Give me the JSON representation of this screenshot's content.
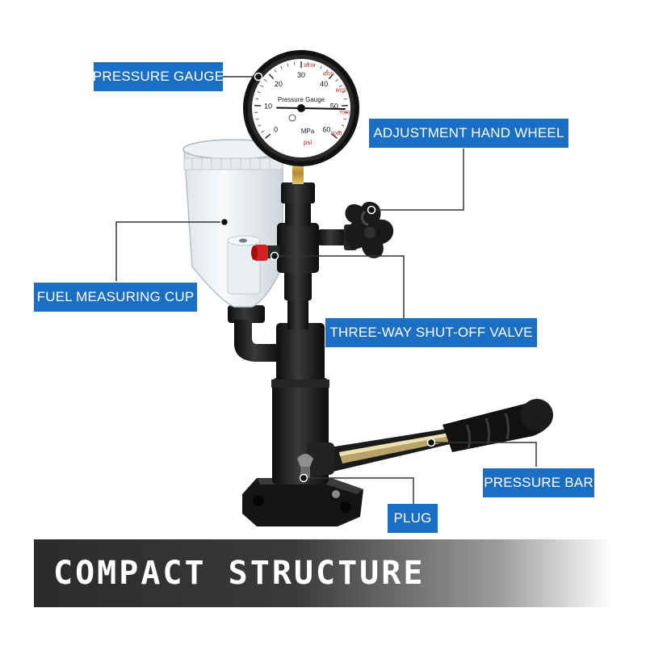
{
  "labels": {
    "pressure_gauge": "PRESSURE GAUGE",
    "adjustment_hand_wheel": "ADJUSTMENT HAND WHEEL",
    "fuel_measuring_cup": "FUEL MEASURING CUP",
    "three_way_valve": "THREE-WAY SHUT-OFF VALVE",
    "pressure_bar": "PRESSURE BAR",
    "plug": "PLUG"
  },
  "gauge": {
    "caption": "Pressure Gauge",
    "unit_mpa": "MPa",
    "unit_psi": "psi",
    "mpa_ticks": [
      "0",
      "10",
      "20",
      "30",
      "40",
      "50",
      "60"
    ],
    "psi_ticks": [
      "3000",
      "4000",
      "6000",
      "7000",
      "8000"
    ],
    "needle_value": 51
  },
  "banner": {
    "text": "COMPACT STRUCTURE"
  },
  "colors": {
    "label_bg": "#1a6fc4",
    "body_black": "#1c1c1c",
    "brass": "#c9a13a",
    "valve_red": "#d42020"
  }
}
